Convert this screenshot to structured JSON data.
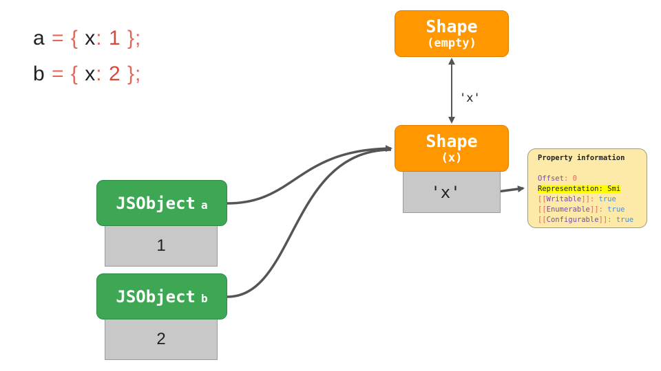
{
  "code": {
    "line_a": {
      "var": "a",
      "eq": "=",
      "open": "{",
      "key": "x",
      "colon": ":",
      "value": "1",
      "close": "}",
      "semi": ";"
    },
    "line_b": {
      "var": "b",
      "eq": "=",
      "open": "{",
      "key": "x",
      "colon": ":",
      "value": "2",
      "close": "}",
      "semi": ";"
    }
  },
  "shape_empty": {
    "title": "Shape",
    "subtitle": "(empty)"
  },
  "shape_x": {
    "title": "Shape",
    "subtitle": "(x)",
    "slot_label": "'x'"
  },
  "transition_label": "'x'",
  "jsobject_a": {
    "name": "JSObject",
    "var": "a",
    "value": "1"
  },
  "jsobject_b": {
    "name": "JSObject",
    "var": "b",
    "value": "2"
  },
  "property_info": {
    "header": "Property information",
    "offset_label": "Offset",
    "offset_value": "0",
    "representation_label": "Representation",
    "representation_value": "Smi",
    "writable_label": "Writable",
    "enumerable_label": "Enumerable",
    "configurable_label": "Configurable",
    "bool_value": "true"
  },
  "colors": {
    "shape": "#ff9800",
    "jsobject": "#3ea753",
    "slot": "#c8c8c8",
    "info_box": "#fde9a8",
    "edge": "#555555"
  }
}
